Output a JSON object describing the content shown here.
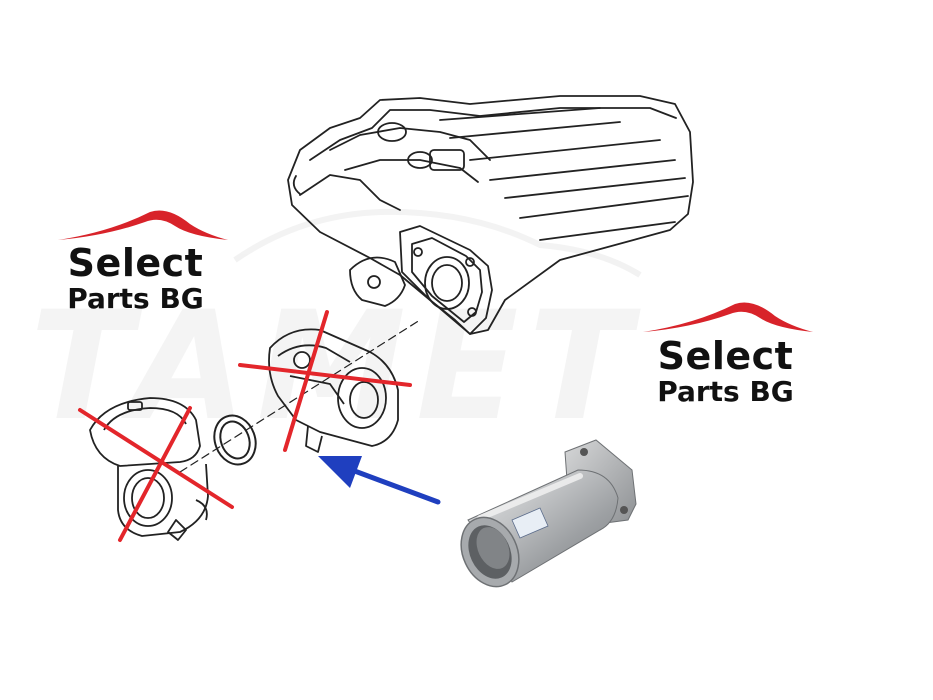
{
  "watermarks": {
    "left": {
      "line1": "Select",
      "line2": "Parts BG"
    },
    "right": {
      "line1": "Select",
      "line2": "Parts BG"
    },
    "background_text": "TAMET"
  },
  "colors": {
    "logo_roof": "#d8232a",
    "cross": "#e3262b",
    "arrow": "#1f3fbf",
    "line_art": "#222222",
    "pipe": "#b9bcbf"
  },
  "icons": {
    "arrow": "arrow-left-icon",
    "cross": "red-x-icon"
  }
}
